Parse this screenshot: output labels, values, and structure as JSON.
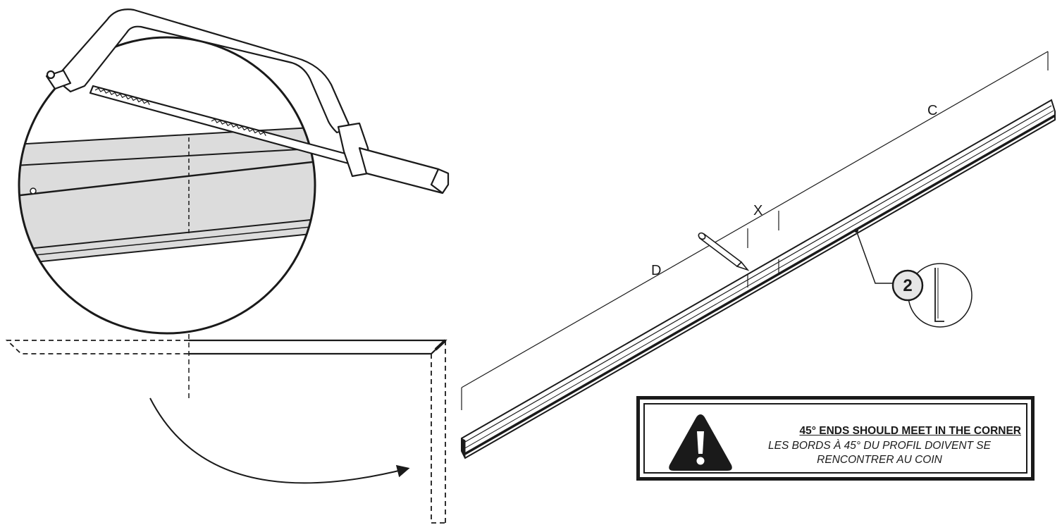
{
  "labels": {
    "segment_c": "C",
    "segment_x": "X",
    "segment_d": "D",
    "part_number": "2"
  },
  "warning": {
    "title_en": "45° ENDS SHOULD MEET IN THE CORNER",
    "text_fr": "LES BORDS À 45° DU PROFIL DOIVENT SE RENCONTRER AU COIN",
    "icon": "exclamation-triangle-icon"
  },
  "colors": {
    "line": "#1a1a1a",
    "profile_fill": "#dcdcdc",
    "badge_fill": "#e6e6e6"
  }
}
